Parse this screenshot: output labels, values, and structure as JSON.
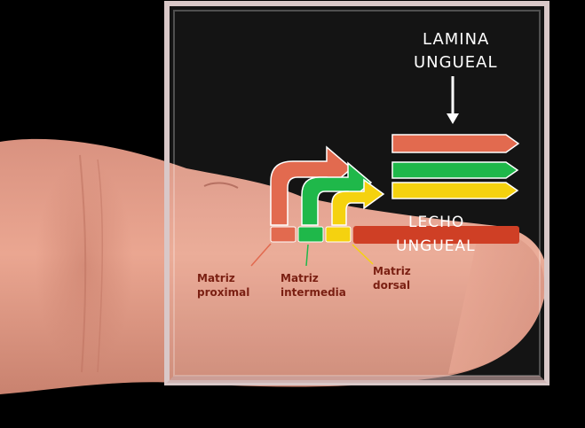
{
  "labels": {
    "lamina_line1": "LAMINA",
    "lamina_line2": "UNGUEAL",
    "lecho_line1": "LECHO",
    "lecho_line2": "UNGUEAL",
    "matriz_proximal_line1": "Matriz",
    "matriz_proximal_line2": "proximal",
    "matriz_intermedia_line1": "Matriz",
    "matriz_intermedia_line2": "intermedia",
    "matriz_dorsal_line1": "Matriz",
    "matriz_dorsal_line2": "dorsal"
  },
  "colors": {
    "background": "#000000",
    "skin": "#e8a088",
    "skin_dark": "#b86a58",
    "proximal": "#e26a4f",
    "intermedia": "#1fb84a",
    "dorsal": "#f5d20f",
    "bed": "#cf3f25",
    "text_light": "#ffffff",
    "text_dark": "#7a1f12"
  }
}
